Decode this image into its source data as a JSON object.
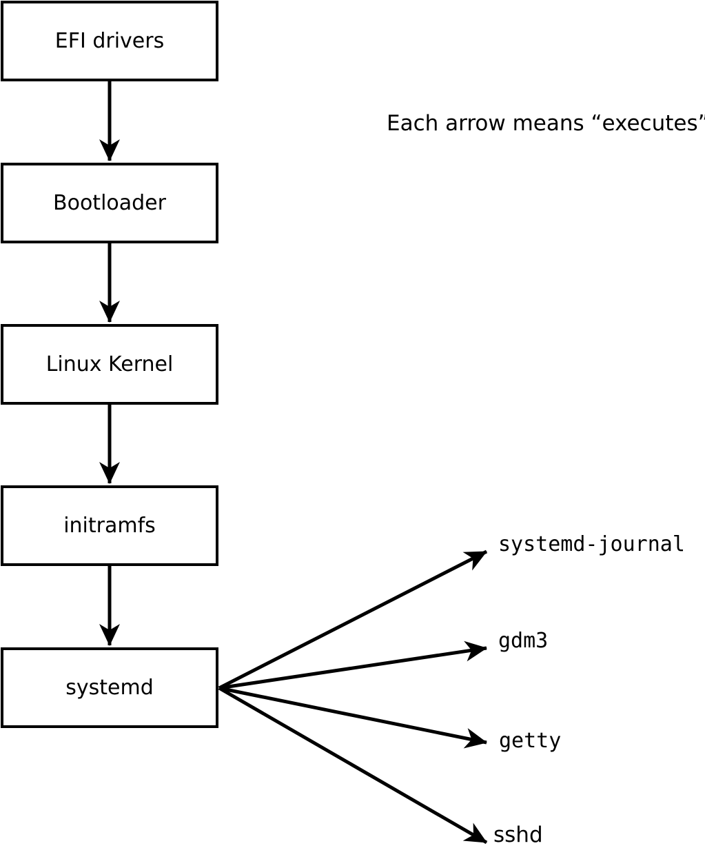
{
  "note": {
    "text": "Each arrow means “executes”."
  },
  "chain": [
    {
      "label": "EFI drivers"
    },
    {
      "label": "Bootloader"
    },
    {
      "label": "Linux Kernel"
    },
    {
      "label": "initramfs"
    },
    {
      "label": "systemd"
    }
  ],
  "targets": [
    {
      "label": "systemd-journal"
    },
    {
      "label": "gdm3"
    },
    {
      "label": "getty"
    },
    {
      "label": "sshd"
    }
  ],
  "edges": [
    {
      "from": "EFI drivers",
      "to": "Bootloader",
      "relation": "executes"
    },
    {
      "from": "Bootloader",
      "to": "Linux Kernel",
      "relation": "executes"
    },
    {
      "from": "Linux Kernel",
      "to": "initramfs",
      "relation": "executes"
    },
    {
      "from": "initramfs",
      "to": "systemd",
      "relation": "executes"
    },
    {
      "from": "systemd",
      "to": "systemd-journal",
      "relation": "executes"
    },
    {
      "from": "systemd",
      "to": "gdm3",
      "relation": "executes"
    },
    {
      "from": "systemd",
      "to": "getty",
      "relation": "executes"
    },
    {
      "from": "systemd",
      "to": "sshd",
      "relation": "executes"
    }
  ],
  "colors": {
    "line": "#000000",
    "text": "#000000",
    "box_fill": "#ffffff",
    "background": "#ffffff"
  }
}
